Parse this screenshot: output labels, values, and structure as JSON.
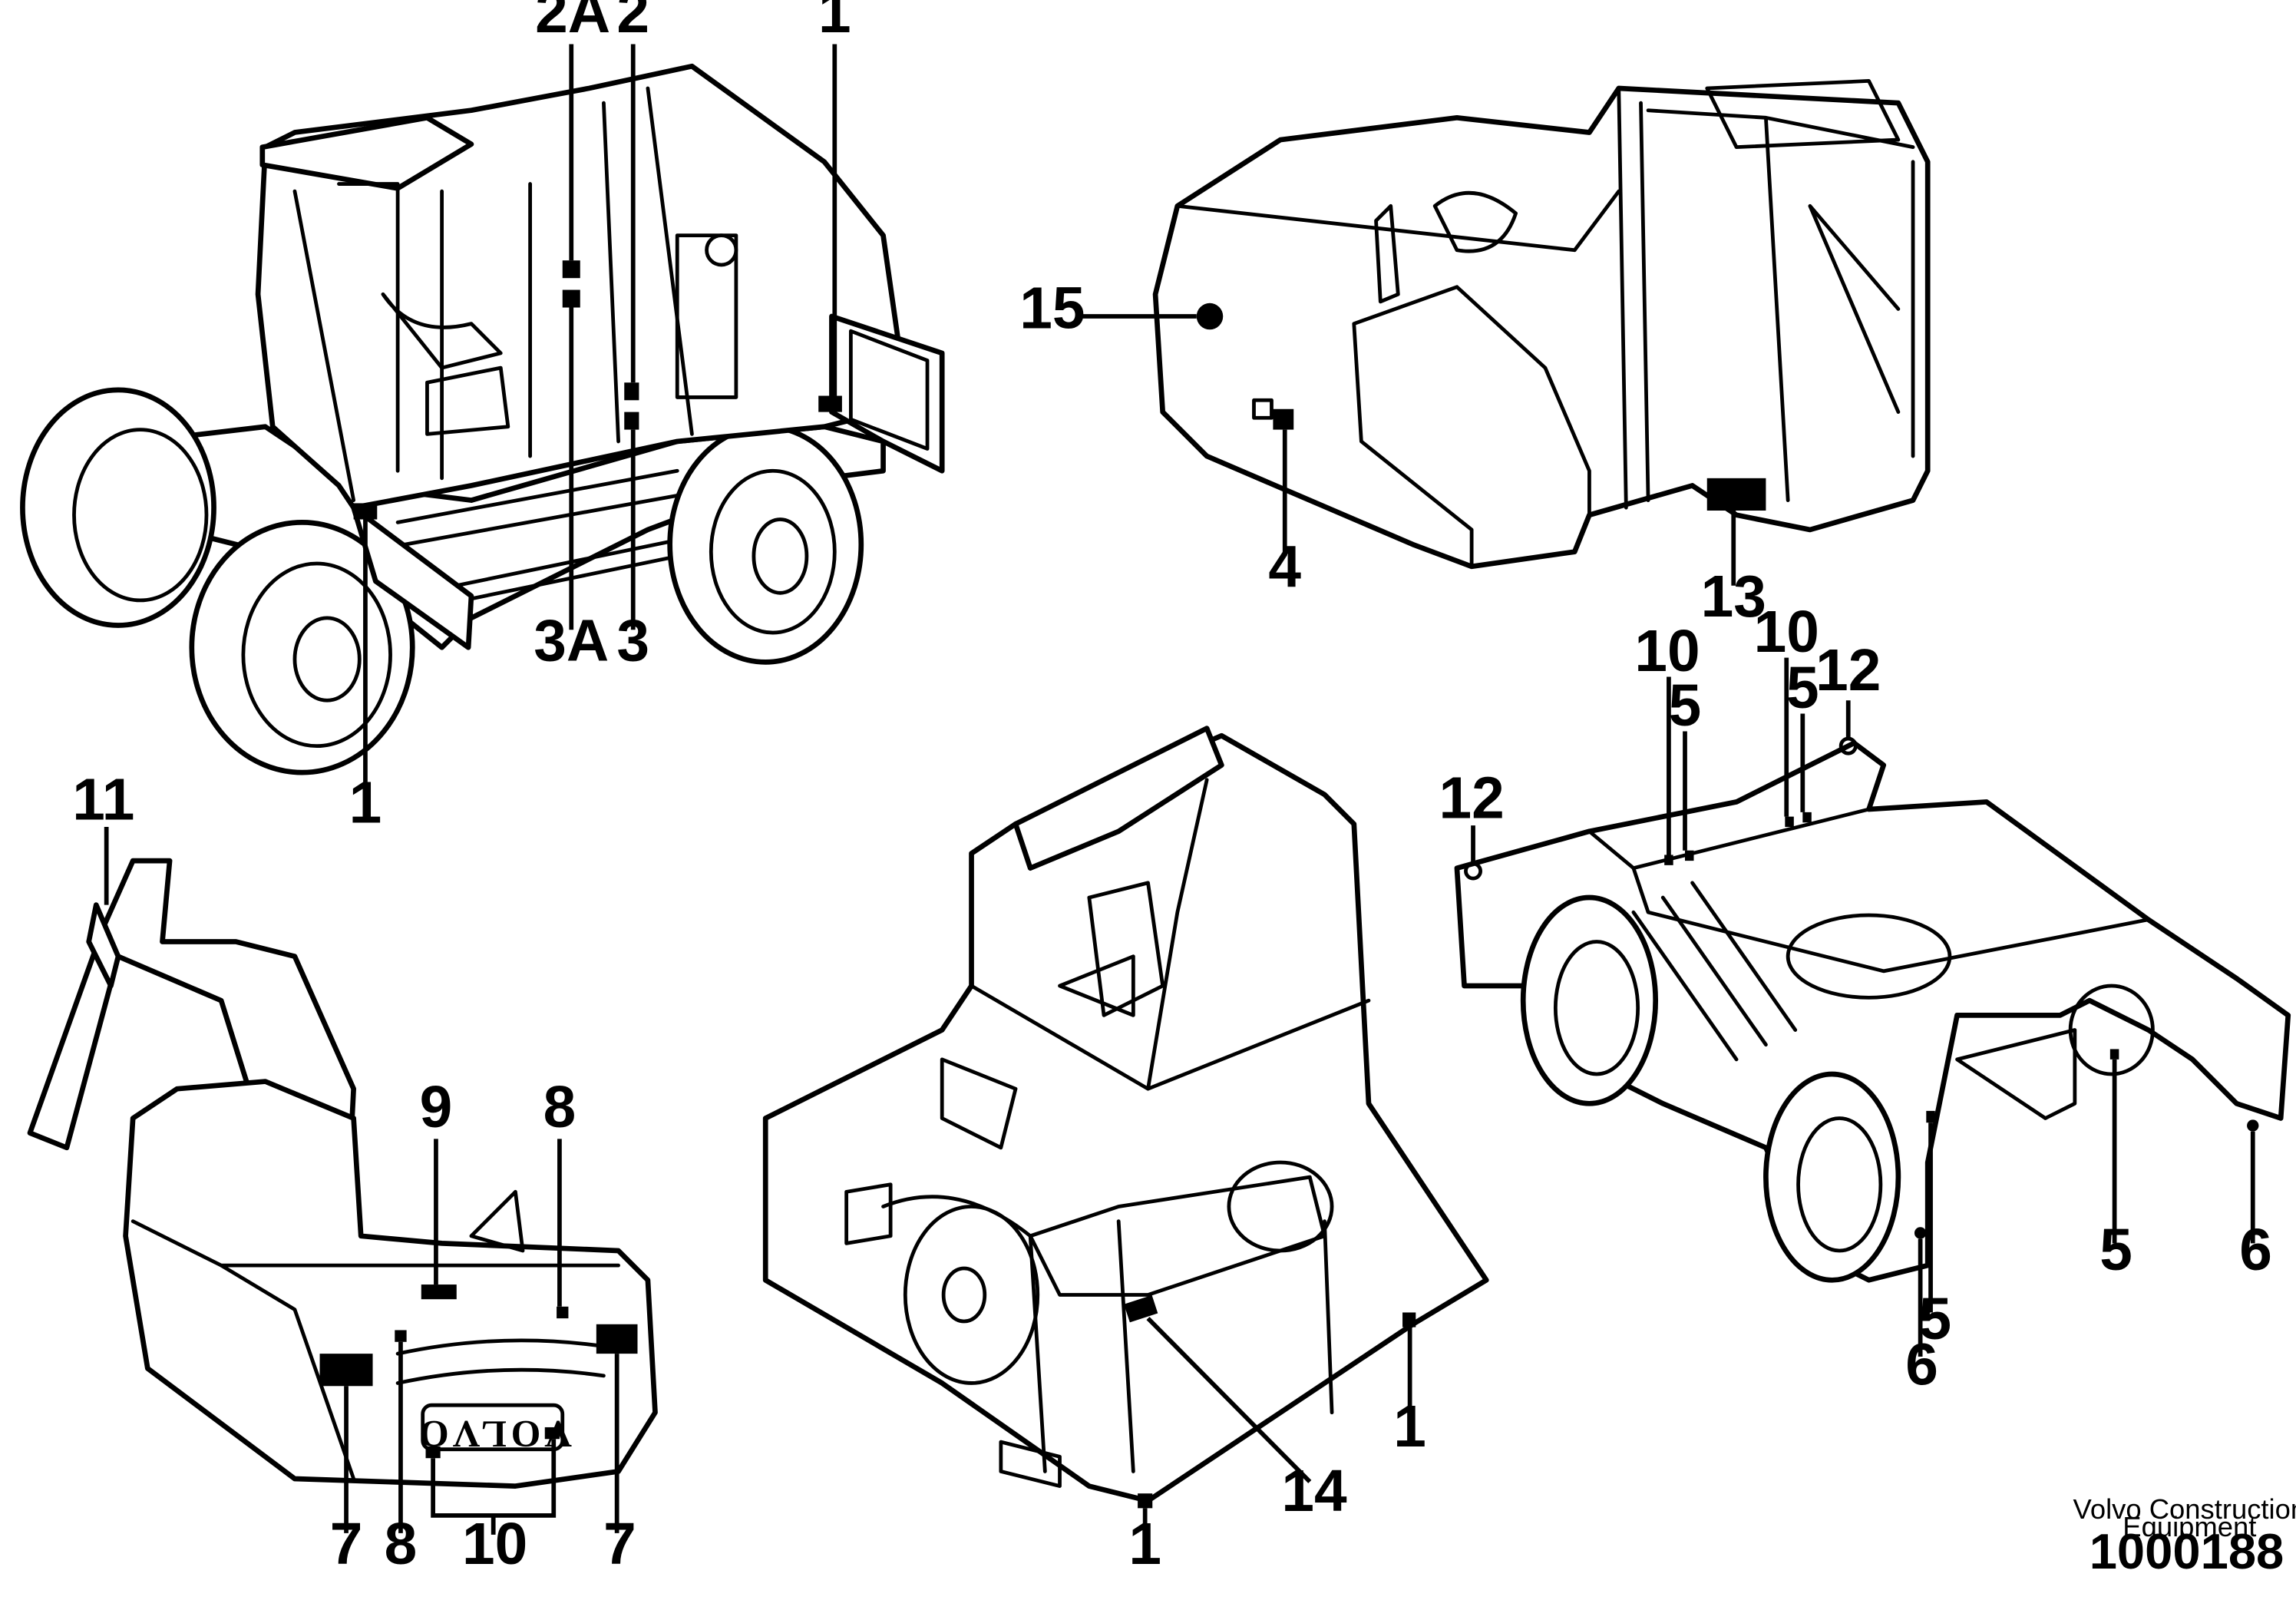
{
  "callouts": {
    "view1": {
      "top_2A": "2A",
      "top_2": "2",
      "top_1": "1",
      "bottom_3A": "3A",
      "bottom_3": "3",
      "bottom_1": "1"
    },
    "view2": {
      "left_15": "15",
      "bottom_4": "4",
      "bottom_13": "13"
    },
    "view3": {
      "top_11": "11",
      "top_9": "9",
      "top_8": "8",
      "bottom_7a": "7",
      "bottom_8": "8",
      "bottom_10": "10",
      "bottom_7b": "7"
    },
    "view4": {
      "right_1": "1",
      "bottom_14": "14",
      "bottom_1": "1"
    },
    "view5": {
      "top_10a": "10",
      "top_10b": "10",
      "top_5a": "5",
      "top_5b": "5",
      "top_12a": "12",
      "left_12b": "12",
      "bottom_5a": "5",
      "bottom_6a": "6",
      "bottom_5b": "5",
      "bottom_6b": "6"
    }
  },
  "brand_plate": "VOLVO",
  "footer": {
    "publisher_line1": "Volvo Construction",
    "publisher_line2": "Equipment",
    "reference_number": "1000188"
  }
}
